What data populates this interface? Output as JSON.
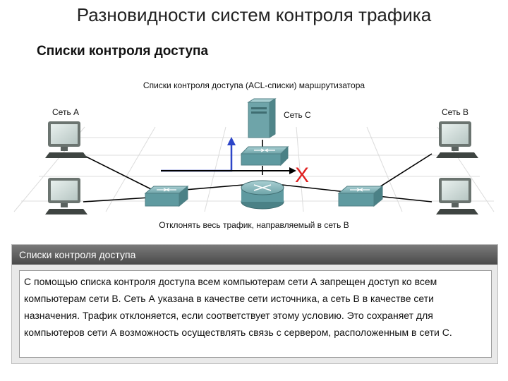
{
  "slide": {
    "title": "Разновидности систем контроля трафика",
    "subtitle": "Списки контроля доступа"
  },
  "diagram": {
    "title": "Списки контроля доступа (ACL-списки) маршрутизатора",
    "net_a_label": "Сеть А",
    "net_b_label": "Сеть В",
    "net_c_label": "Сеть С",
    "deny_caption": "Отклонять весь трафик, направляемый в сеть В",
    "deny_mark": "X",
    "colors": {
      "allowed_path": "#2c45c8",
      "denied_mark": "#e02020",
      "device": "#5f9aa0",
      "link": "#000000"
    }
  },
  "panel": {
    "header": "Списки контроля доступа",
    "text": "С помощью списка контроля доступа всем компьютерам сети А запрещен доступ ко всем компьютерам сети В. Сеть А указана в качестве сети источника, а сеть В в качестве сети назначения. Трафик отклоняется, если соответствует этому условию. Это сохраняет для компьютеров сети А возможность осуществлять связь с сервером, расположенным в сети С."
  }
}
